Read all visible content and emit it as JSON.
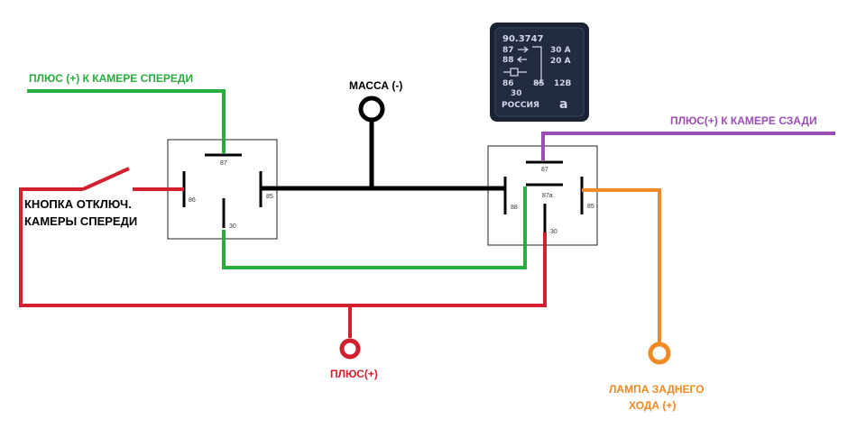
{
  "labels": {
    "plus_front_camera": "ПЛЮС (+) К КАМЕРЕ СПЕРЕДИ",
    "ground": "МАССА (-)",
    "plus_rear_camera": "ПЛЮС(+) К КАМЕРЕ СЗАДИ",
    "button_line1": "КНОПКА ОТКЛЮЧ.",
    "button_line2": "КАМЕРЫ СПЕРЕДИ",
    "plus_supply": "ПЛЮС(+)",
    "reverse_lamp_line1": "ЛАМПА ЗАДНЕГО",
    "reverse_lamp_line2": "ХОДА (+)"
  },
  "relay_left_pins": {
    "p87": "87",
    "p86": "86",
    "p85": "85",
    "p30": "30"
  },
  "relay_right_pins": {
    "p87": "87",
    "p87a": "87a",
    "p88": "88",
    "p85": "85",
    "p30": "30"
  },
  "relay_photo": {
    "model": "90.3747",
    "line1": "87",
    "line2": "88",
    "amp_30": "30 A",
    "amp_20": "20 A",
    "pin86": "86",
    "pin85": "85",
    "volt": "12B",
    "pin30": "30",
    "country": "РОССИЯ"
  },
  "colors": {
    "green": "#27ae3c",
    "black": "#000000",
    "purple": "#9b4fb3",
    "red": "#d3202f",
    "orange": "#f08a24",
    "relay_body": "#1b2233"
  }
}
